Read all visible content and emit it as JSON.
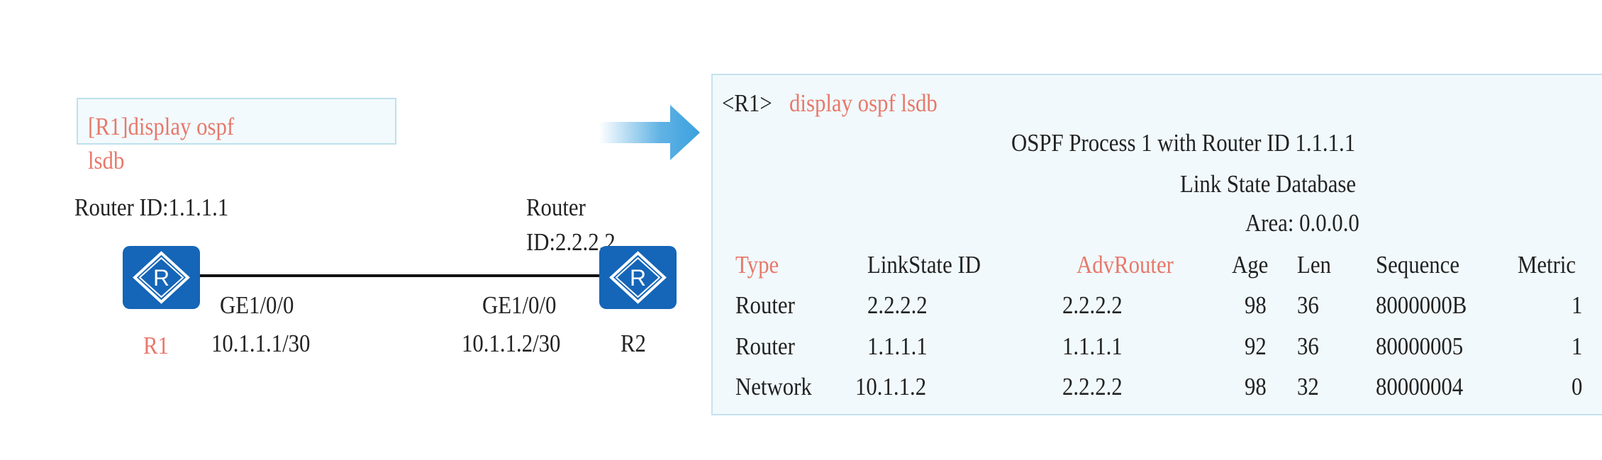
{
  "command_box": {
    "line1": "[R1]display ospf",
    "line2": "lsdb"
  },
  "topology": {
    "r1": {
      "router_id_label": "Router ID:1.1.1.1",
      "name": "R1",
      "interface": "GE1/0/0",
      "ip": "10.1.1.1/30"
    },
    "r2": {
      "router_id_label_line1": "Router",
      "router_id_label_line2": "ID:2.2.2.2",
      "name": "R2",
      "interface": "GE1/0/0",
      "ip": "10.1.1.2/30"
    },
    "router_icon_letter": "R",
    "router_color": "#1565b8"
  },
  "output": {
    "prompt": "<R1>",
    "command": "display ospf lsdb",
    "process_line": "OSPF Process 1 with Router ID 1.1.1.1",
    "title": "Link State Database",
    "area": "Area: 0.0.0.0",
    "headers": [
      "Type",
      "LinkState ID",
      "AdvRouter",
      "Age",
      "Len",
      "Sequence",
      "Metric"
    ],
    "rows": [
      [
        "Router",
        "2.2.2.2",
        "2.2.2.2",
        "98",
        "36",
        "8000000B",
        "1"
      ],
      [
        "Router",
        "1.1.1.1",
        "1.1.1.1",
        "92",
        "36",
        "80000005",
        "1"
      ],
      [
        "Network",
        "10.1.1.2",
        "2.2.2.2",
        "98",
        "32",
        "80000004",
        "0"
      ]
    ]
  },
  "colors": {
    "highlight": "#e8786a",
    "panel_bg": "#f1f9fc",
    "arrow": "#3aa0de"
  }
}
